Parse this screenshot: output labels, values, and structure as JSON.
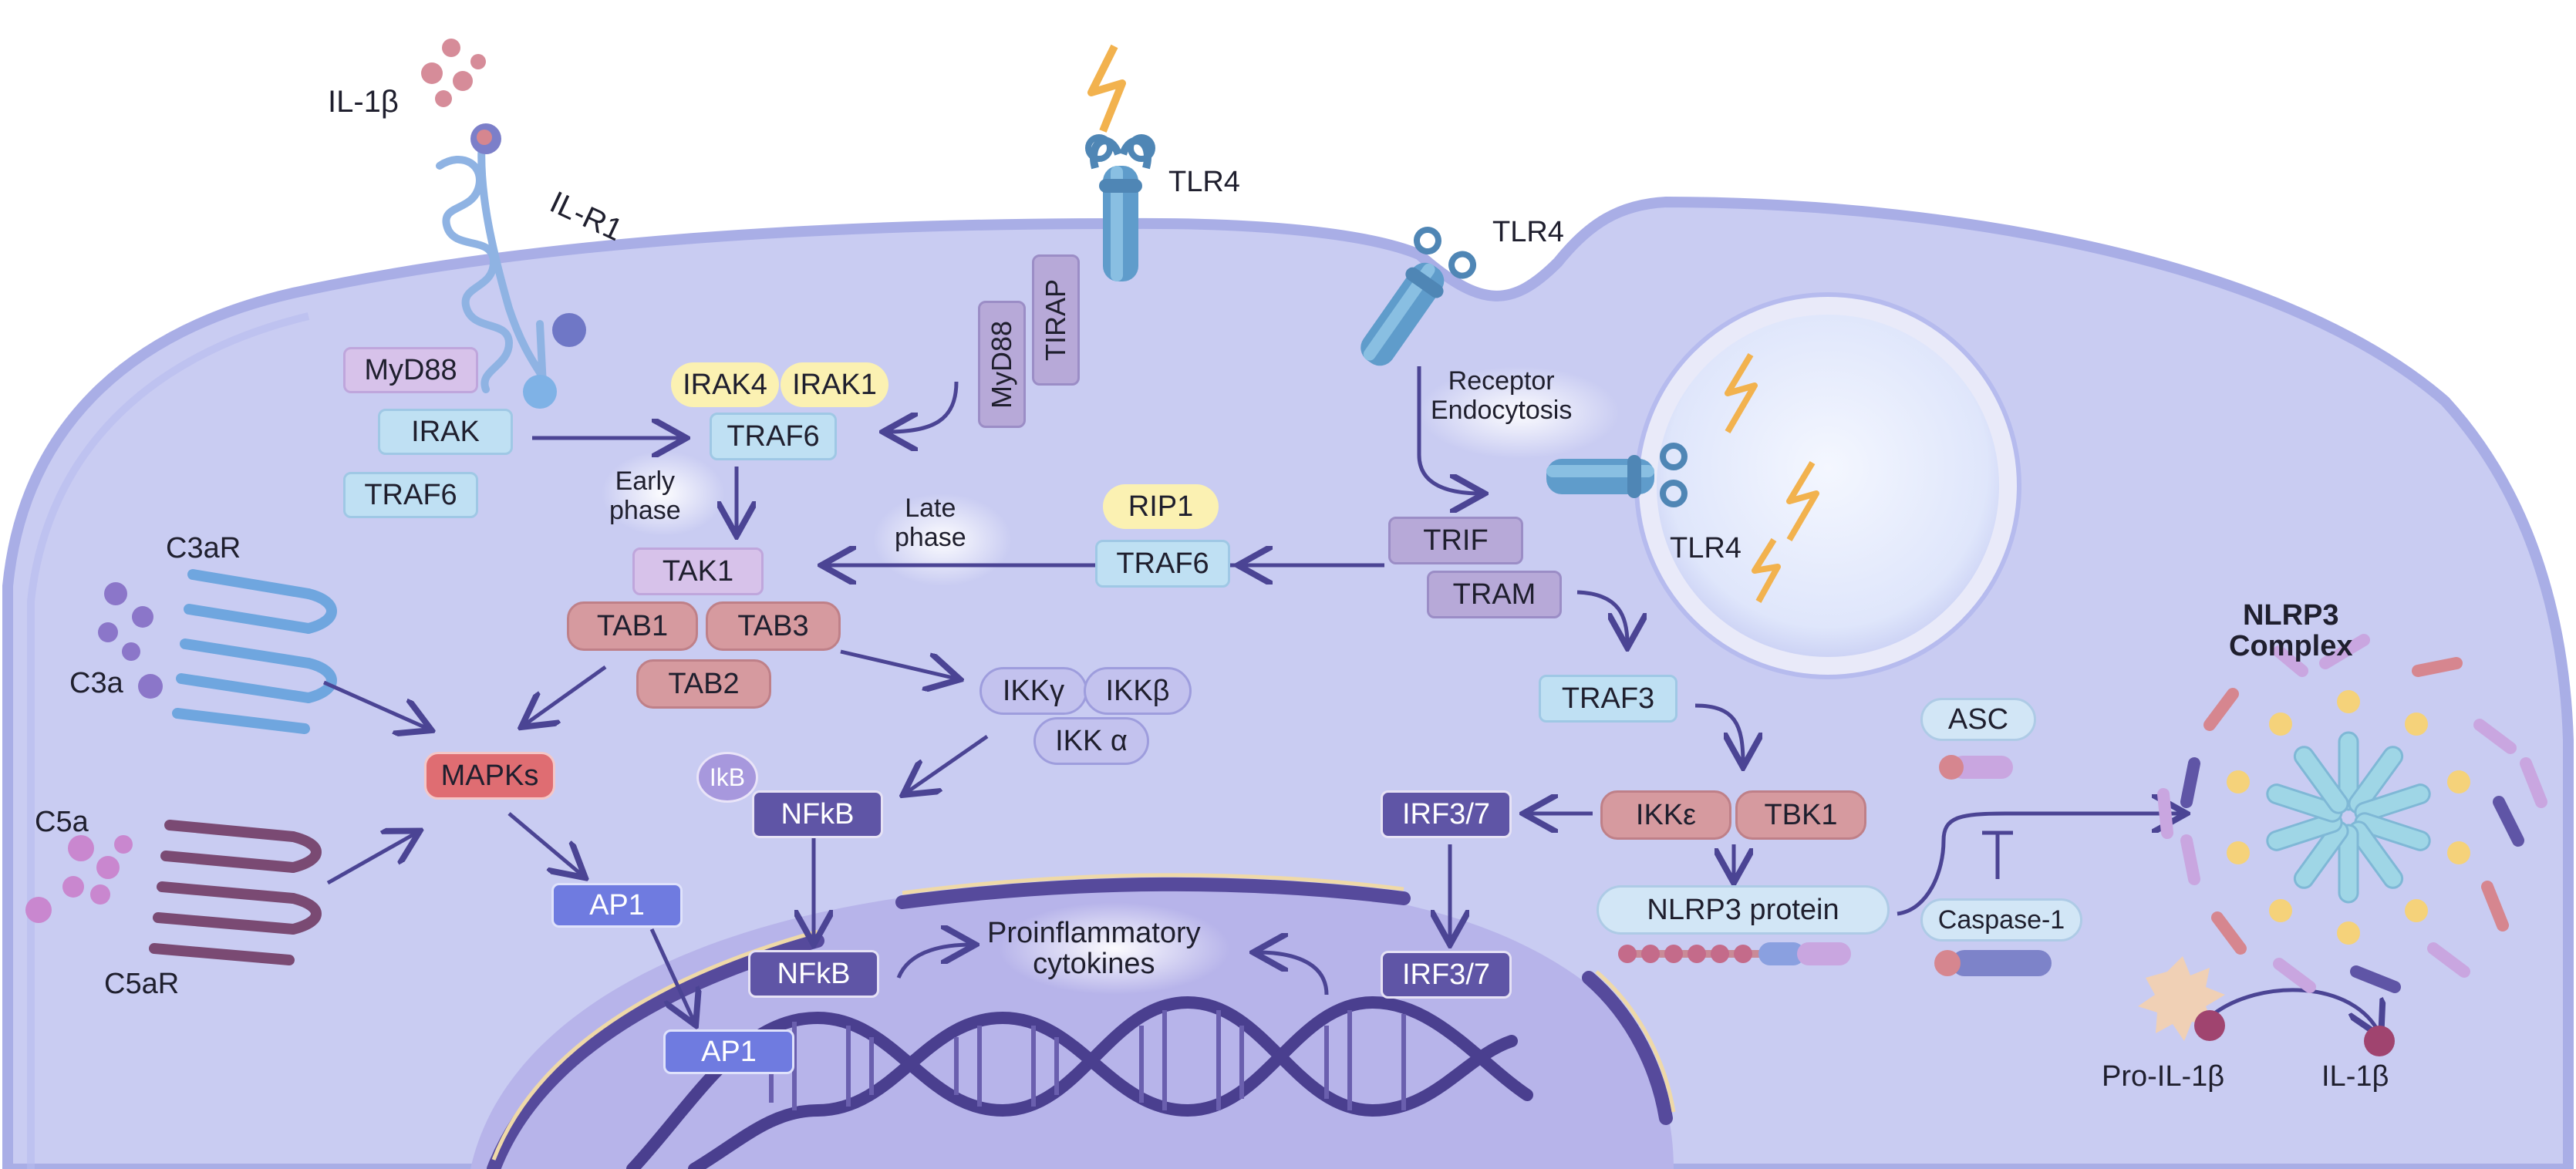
{
  "receptors": {
    "il1b": "IL-1β",
    "ilr1": "IL-R1",
    "tlr4_top": "TLR4",
    "tlr4_right": "TLR4",
    "tlr4_vesicle": "TLR4",
    "c3ar": "C3aR",
    "c3a": "C3a",
    "c5a": "C5a",
    "c5ar": "C5aR"
  },
  "nodes": {
    "myd88_left": "MyD88",
    "irak": "IRAK",
    "traf6_left": "TRAF6",
    "irak4": "IRAK4",
    "irak1": "IRAK1",
    "traf6_center": "TRAF6",
    "myd88_vertical": "MyD88",
    "tirap": "TIRAP",
    "tak1": "TAK1",
    "tab1": "TAB1",
    "tab3": "TAB3",
    "tab2": "TAB2",
    "mapks": "MAPKs",
    "ikk_gamma": "IKKγ",
    "ikk_beta": "IKKβ",
    "ikk_alpha": "IKK α",
    "ikb": "IkB",
    "nfkb_top": "NFkB",
    "ap1_top": "AP1",
    "nfkb_bottom": "NFkB",
    "ap1_bottom": "AP1",
    "rip1": "RIP1",
    "traf6_right": "TRAF6",
    "trif": "TRIF",
    "tram": "TRAM",
    "traf3": "TRAF3",
    "irf37_top": "IRF3/7",
    "ikke": "IKKε",
    "tbk1": "TBK1",
    "nlrp3_protein": "NLRP3 protein",
    "irf37_bottom": "IRF3/7",
    "asc": "ASC",
    "caspase1": "Caspase-1"
  },
  "annotations": {
    "early_phase": "Early\nphase",
    "late_phase": "Late\nphase",
    "receptor_endocytosis": "Receptor\nEndocytosis",
    "proinflammatory": "Proinflammatory\ncytokines",
    "nlrp3_complex": "NLRP3\nComplex",
    "pro_il1b": "Pro-IL-1β",
    "il1b_out": "IL-1β"
  },
  "colors": {
    "cell": "#c9ccf2",
    "cell_border": "#a9aee6",
    "nucleus": "#b7b4ea",
    "nuclear_envelope": "#564a9c",
    "arrow": "#4b4494",
    "dna": "#4a3f8f",
    "receptor_blue": "#5f9ccb",
    "c3ar_blue": "#6fa6df",
    "c5ar_plum": "#7a4a73"
  }
}
